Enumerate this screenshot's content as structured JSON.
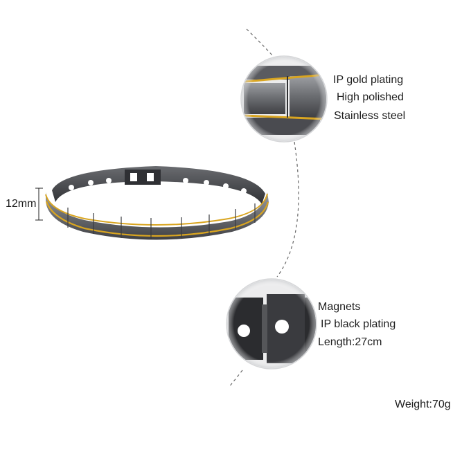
{
  "measurement": {
    "width_label": "12mm"
  },
  "top_callout": {
    "lines": [
      "IP gold plating",
      "High polished",
      "Stainless steel"
    ]
  },
  "bottom_callout": {
    "lines": [
      "Magnets",
      "IP black plating",
      "Length:27cm"
    ]
  },
  "weight": {
    "label": "Weight:70g"
  },
  "colors": {
    "metal_dark": "#55565a",
    "metal_light": "#8c8e92",
    "gold": "#d9a520",
    "magnet_black": "#2b2c2f"
  }
}
